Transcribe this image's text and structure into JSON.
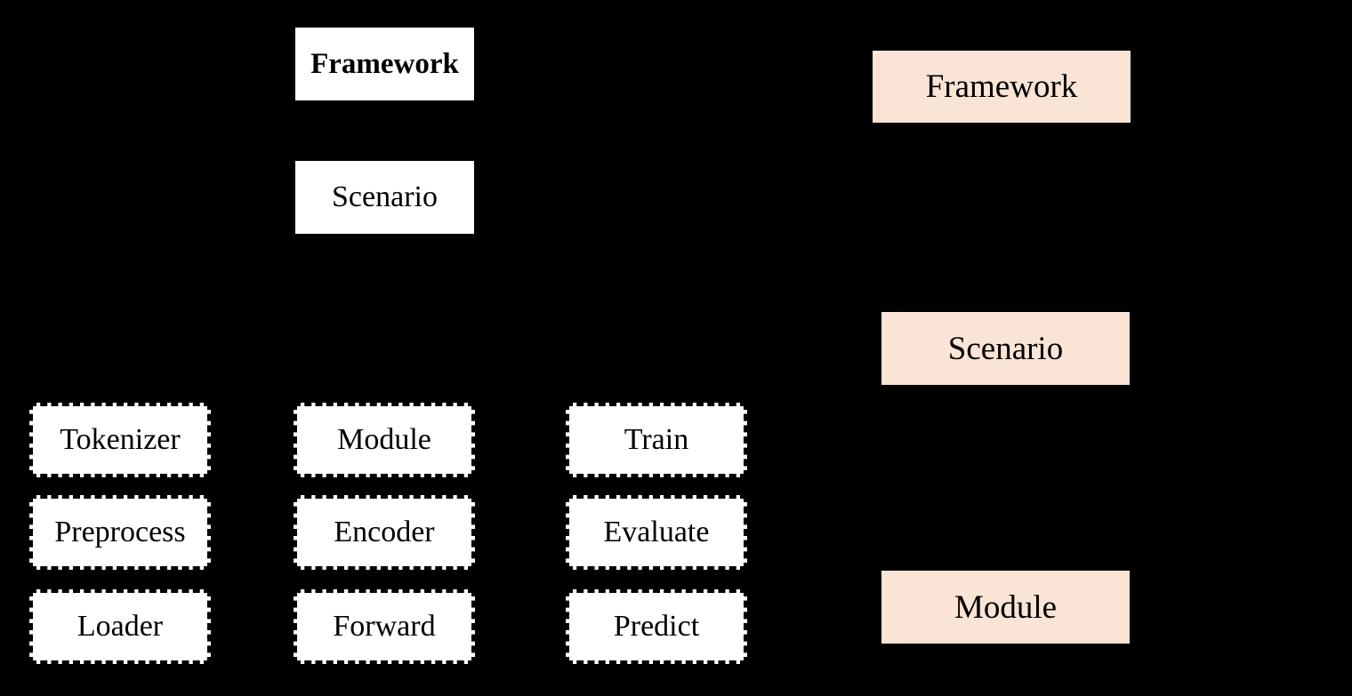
{
  "diagram": {
    "background_color": "#000000",
    "text_color": "#000000",
    "white_box_color": "#ffffff",
    "peach_box_color": "#f9e4d5",
    "left": {
      "framework": "Framework",
      "scenario": "Scenario",
      "modules": {
        "col1": [
          "Tokenizer",
          "Preprocess",
          "Loader"
        ],
        "col2": [
          "Module",
          "Encoder",
          "Forward"
        ],
        "col3": [
          "Train",
          "Evaluate",
          "Predict"
        ]
      }
    },
    "right": {
      "framework": "Framework",
      "scenario": "Scenario",
      "module": "Module"
    }
  }
}
